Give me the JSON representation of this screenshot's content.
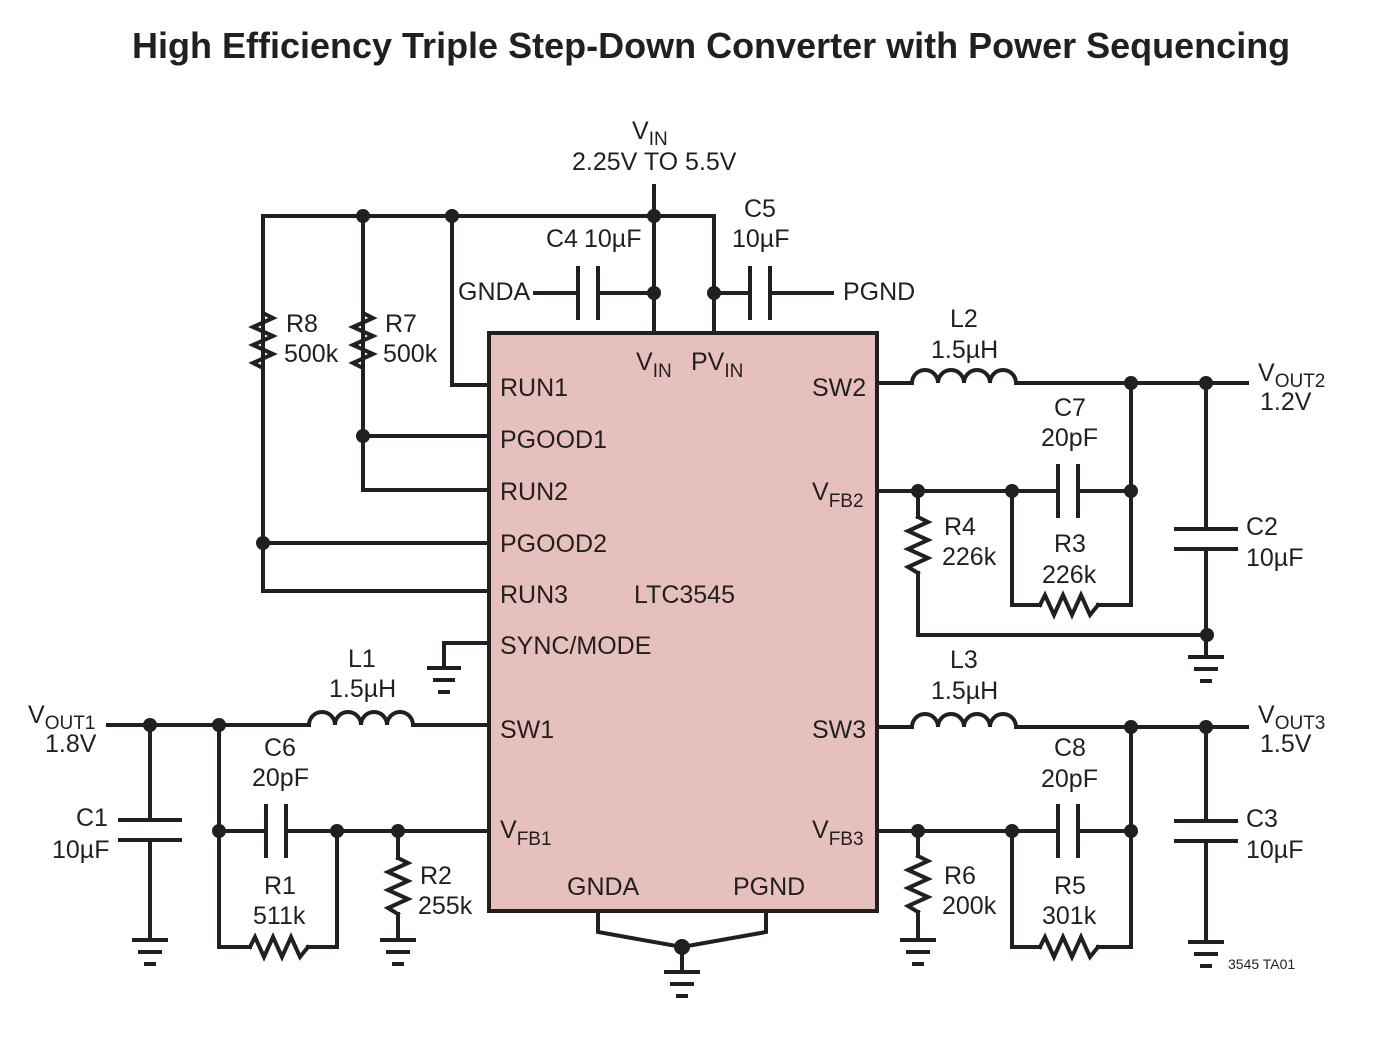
{
  "title": "High Efficiency Triple Step-Down Converter with Power Sequencing",
  "figure_id": "3545 TA01",
  "chip": {
    "part": "LTC3545",
    "fill_color": "#e6c0bc",
    "pins": {
      "run1": "RUN1",
      "pgood1": "PGOOD1",
      "run2": "RUN2",
      "pgood2": "PGOOD2",
      "run3": "RUN3",
      "sync_mode": "SYNC/MODE",
      "sw1": "SW1",
      "vfb1_main": "V",
      "vfb1_sub": "FB1",
      "vin_main": "V",
      "vin_sub": "IN",
      "pvin_main": "PV",
      "pvin_sub": "IN",
      "sw2": "SW2",
      "vfb2_main": "V",
      "vfb2_sub": "FB2",
      "sw3": "SW3",
      "vfb3_main": "V",
      "vfb3_sub": "FB3",
      "gnda": "GNDA",
      "pgnd": "PGND"
    }
  },
  "supply": {
    "vin_main": "V",
    "vin_sub": "IN",
    "range": "2.25V TO 5.5V",
    "gnda": "GNDA",
    "pgnd": "PGND"
  },
  "outputs": {
    "vout1_main": "V",
    "vout1_sub": "OUT1",
    "vout1_value": "1.8V",
    "vout2_main": "V",
    "vout2_sub": "OUT2",
    "vout2_value": "1.2V",
    "vout3_main": "V",
    "vout3_sub": "OUT3",
    "vout3_value": "1.5V"
  },
  "components": {
    "c4": {
      "ref": "C4",
      "value": "10µF"
    },
    "c5": {
      "ref": "C5",
      "value": "10µF"
    },
    "r8": {
      "ref": "R8",
      "value": "500k"
    },
    "r7": {
      "ref": "R7",
      "value": "500k"
    },
    "l2": {
      "ref": "L2",
      "value": "1.5µH"
    },
    "c7": {
      "ref": "C7",
      "value": "20pF"
    },
    "r4": {
      "ref": "R4",
      "value": "226k"
    },
    "r3": {
      "ref": "R3",
      "value": "226k"
    },
    "c2": {
      "ref": "C2",
      "value": "10µF"
    },
    "l1": {
      "ref": "L1",
      "value": "1.5µH"
    },
    "c6": {
      "ref": "C6",
      "value": "20pF"
    },
    "r1": {
      "ref": "R1",
      "value": "511k"
    },
    "r2": {
      "ref": "R2",
      "value": "255k"
    },
    "c1": {
      "ref": "C1",
      "value": "10µF"
    },
    "l3": {
      "ref": "L3",
      "value": "1.5µH"
    },
    "c8": {
      "ref": "C8",
      "value": "20pF"
    },
    "r6": {
      "ref": "R6",
      "value": "200k"
    },
    "r5": {
      "ref": "R5",
      "value": "301k"
    },
    "c3": {
      "ref": "C3",
      "value": "10µF"
    }
  }
}
